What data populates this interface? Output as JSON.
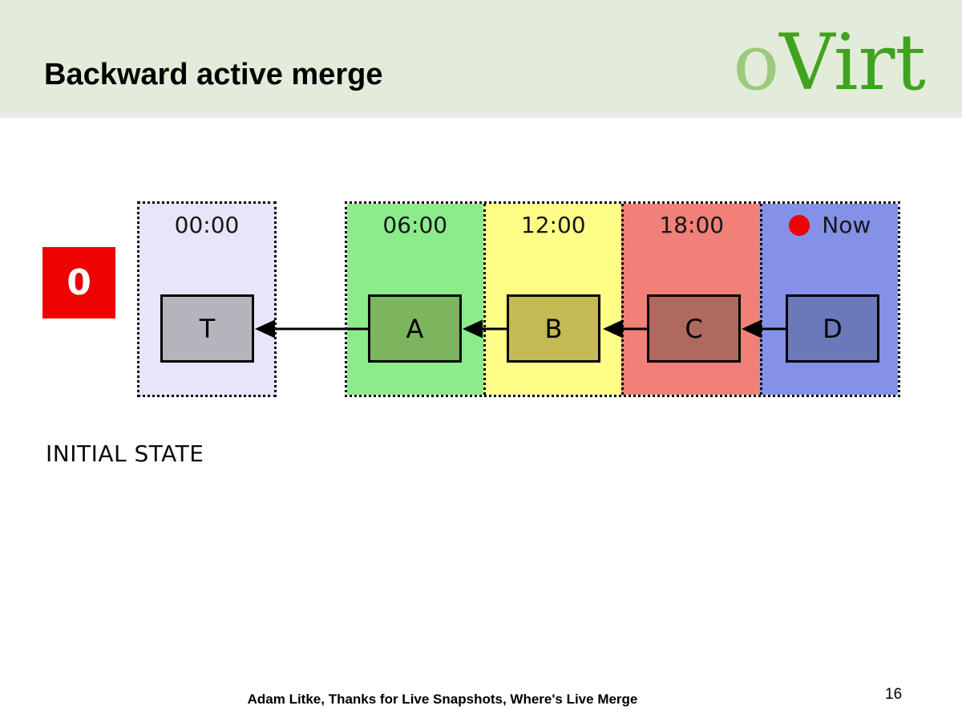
{
  "header": {
    "title": "Backward active merge",
    "logo": {
      "prefix": "o",
      "suffix": "Virt"
    }
  },
  "diagram": {
    "step_badge": "0",
    "state_label": "INITIAL STATE",
    "panels": [
      {
        "time": "00:00",
        "box": "T",
        "panel_color": "#e6e6f8",
        "box_color": "#b4b4bc"
      },
      {
        "time": "06:00",
        "box": "A",
        "panel_color": "#8cec8c",
        "box_color": "#7cb55e"
      },
      {
        "time": "12:00",
        "box": "B",
        "panel_color": "#fdfd88",
        "box_color": "#c4ba54"
      },
      {
        "time": "18:00",
        "box": "C",
        "panel_color": "#f08078",
        "box_color": "#af695e"
      },
      {
        "time": "Now",
        "box": "D",
        "panel_color": "#8590e8",
        "box_color": "#6b79ba",
        "now_dot": true
      }
    ],
    "arrows": [
      {
        "from": "D",
        "to": "C"
      },
      {
        "from": "C",
        "to": "B"
      },
      {
        "from": "B",
        "to": "A"
      },
      {
        "from": "A",
        "to": "T"
      }
    ]
  },
  "footer": {
    "credit": "Adam Litke, Thanks for Live Snapshots, Where's Live Merge",
    "page_number": "16"
  },
  "colors": {
    "header_bg": "#e3ecda",
    "header_rule": "#e9e9ee",
    "accent_red": "#ee0202",
    "logo_light_green": "#9cca7d",
    "logo_dark_green": "#3fa31f",
    "arrow_black": "#000000"
  }
}
